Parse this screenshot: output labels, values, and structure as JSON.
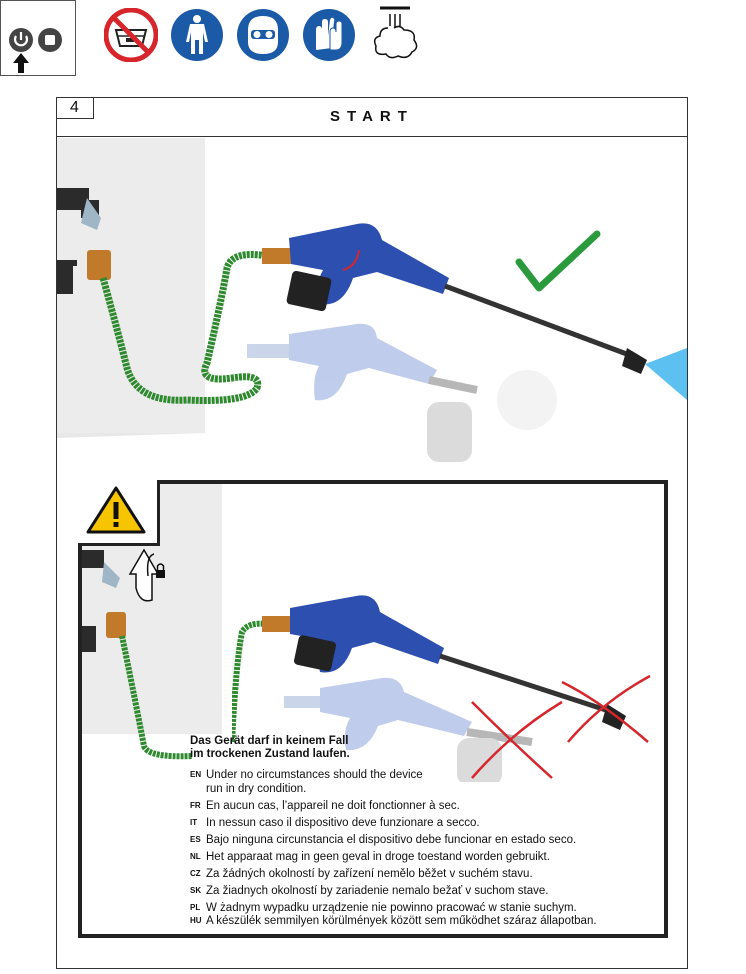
{
  "header_icons": [
    {
      "name": "power-button-icon"
    },
    {
      "name": "no-water-bucket-prohibition-icon"
    },
    {
      "name": "protective-clothing-icon"
    },
    {
      "name": "face-shield-icon"
    },
    {
      "name": "protective-gloves-icon"
    },
    {
      "name": "spray-mist-icon"
    }
  ],
  "step": {
    "number": "4",
    "title": "START"
  },
  "colors": {
    "blue": "#1a5aa6",
    "red": "#d6252b",
    "green_check": "#2a9a3c",
    "hose_green": "#2f8a2f",
    "gun_blue": "#2c4fb0"
  },
  "warning": {
    "heading_line1": "Das Gerät darf in keinem Fall",
    "heading_line2": "im trockenen Zustand laufen.",
    "lines": [
      {
        "code": "EN",
        "text": "Under no circumstances should the device"
      },
      {
        "code": "",
        "text": "run in dry condition."
      },
      {
        "code": "FR",
        "text": "En aucun cas, l’appareil ne doit fonctionner à sec."
      },
      {
        "code": "IT",
        "text": "In nessun caso il dispositivo deve funzionare a secco."
      },
      {
        "code": "ES",
        "text": "Bajo ninguna circunstancia el dispositivo debe funcionar en estado seco."
      },
      {
        "code": "NL",
        "text": "Het apparaat mag in geen geval in droge toestand worden gebruikt."
      },
      {
        "code": "CZ",
        "text": "Za žádných okolností by zařízení nemělo běžet v suchém stavu."
      },
      {
        "code": "SK",
        "text": "Za žiadnych okolností by zariadenie nemalo bežať v suchom stave."
      },
      {
        "code": "PL",
        "text": "W żadnym wypadku urządzenie nie powinno pracować w stanie suchym."
      },
      {
        "code": "HU",
        "text": "A készülék semmilyen körülmények között sem működhet száraz állapotban."
      }
    ]
  }
}
